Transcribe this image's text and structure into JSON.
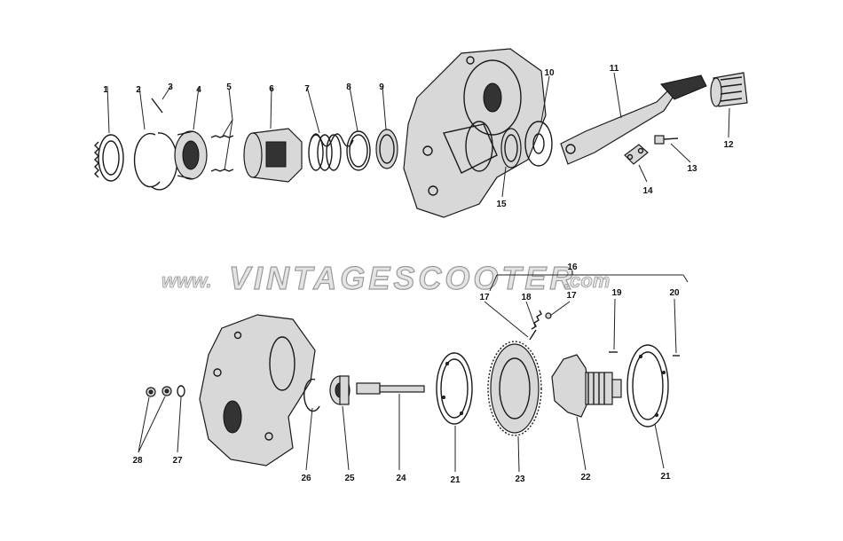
{
  "watermark": {
    "prefix": "www.",
    "main": "VINTAGESCOOTER",
    "suffix": ".com"
  },
  "labels": {
    "l1": "1",
    "l2": "2",
    "l3": "3",
    "l4": "4",
    "l5": "5",
    "l6": "6",
    "l7": "7",
    "l8": "8",
    "l9": "9",
    "l10": "10",
    "l11": "11",
    "l12": "12",
    "l13": "13",
    "l14": "14",
    "l15": "15",
    "l16": "16",
    "l17a": "17",
    "l17b": "17",
    "l18": "18",
    "l19": "19",
    "l20": "20",
    "l21a": "21",
    "l21b": "21",
    "l22": "22",
    "l23": "23",
    "l24": "24",
    "l25": "25",
    "l26": "26",
    "l27": "27",
    "l28": "28"
  }
}
